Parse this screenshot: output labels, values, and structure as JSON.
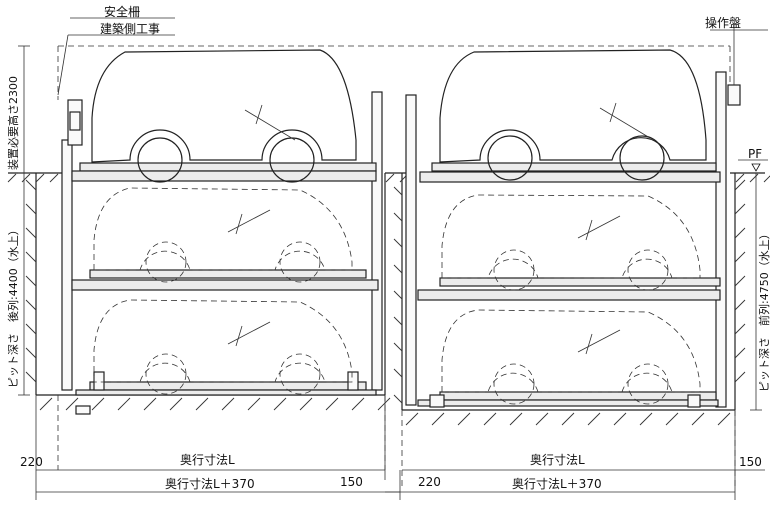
{
  "labels": {
    "safety_fence": "安全柵",
    "construction_side": "建築側工事",
    "control_panel": "操作盤",
    "pf": "PF",
    "required_height": "装置必要高さ2300",
    "pit_depth_rear": "ピット深さ　後列:4400（水上）",
    "pit_depth_front": "ピット深さ　前列:4750（水上）",
    "depth_left": "奥行寸法L",
    "depth_left_total": "奥行寸法L＋370",
    "depth_right": "奥行寸法L",
    "depth_right_total": "奥行寸法L＋370",
    "dim_220_left": "220",
    "dim_150_left": "150",
    "dim_220_right": "220",
    "dim_150_right": "150"
  }
}
